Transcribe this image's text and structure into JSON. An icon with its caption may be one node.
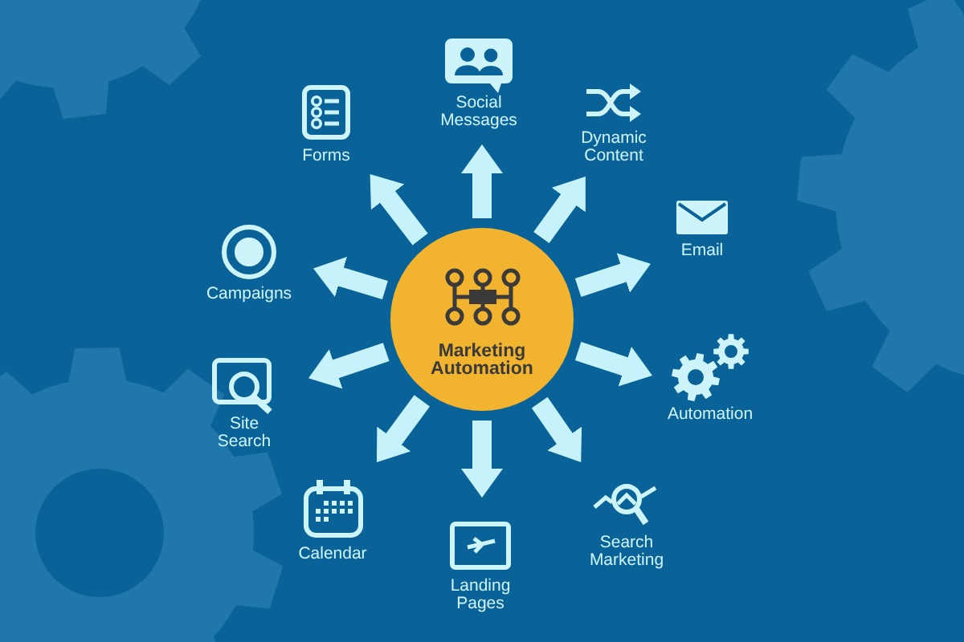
{
  "diagram": {
    "nodes": [
      {
        "text": [
          "Marketing Automation"
        ]
      },
      {
        "text": [
          "Social Messages"
        ]
      },
      {
        "text": [
          "Dynamic Content"
        ]
      },
      {
        "text": [
          "Email"
        ]
      },
      {
        "text": [
          "Automation"
        ]
      },
      {
        "text": [
          "Search Marketing"
        ]
      },
      {
        "text": [
          "Landing Pages"
        ]
      },
      {
        "text": [
          "Calendar"
        ]
      },
      {
        "text": [
          "Site Search"
        ]
      },
      {
        "text": [
          "Campaigns"
        ]
      },
      {
        "text": [
          "Forms"
        ]
      }
    ],
    "edges": [
      {
        "from": 0,
        "to": 1,
        "arrow": "to"
      },
      {
        "from": 0,
        "to": 2,
        "arrow": "to"
      },
      {
        "from": 0,
        "to": 3,
        "arrow": "to"
      },
      {
        "from": 0,
        "to": 4,
        "arrow": "to"
      },
      {
        "from": 0,
        "to": 5,
        "arrow": "to"
      },
      {
        "from": 0,
        "to": 6,
        "arrow": "to"
      },
      {
        "from": 0,
        "to": 7,
        "arrow": "to"
      },
      {
        "from": 0,
        "to": 8,
        "arrow": "to"
      },
      {
        "from": 0,
        "to": 9,
        "arrow": "to"
      },
      {
        "from": 0,
        "to": 10,
        "arrow": "to"
      }
    ]
  }
}
